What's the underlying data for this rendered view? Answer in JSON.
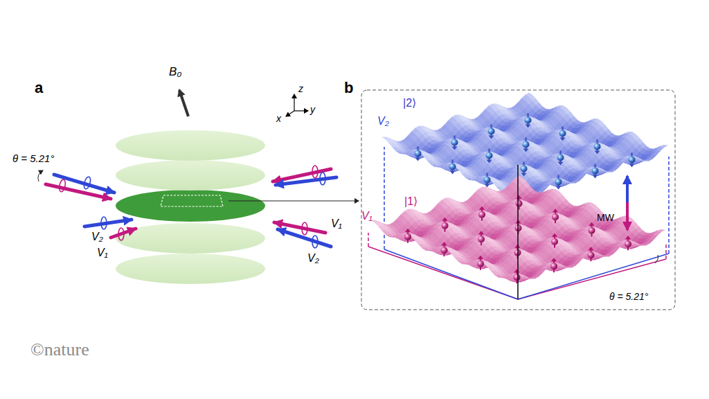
{
  "diagram": {
    "labels": [
      "a",
      "b",
      "B₀",
      "z",
      "x",
      "y",
      "θ = 5.21°",
      "V₂",
      "V₁",
      "V₁",
      "V₂",
      "|2⟩",
      "V₂",
      "|1⟩",
      "V₁",
      "MW",
      "θ = 5.21°",
      "©nature"
    ]
  }
}
